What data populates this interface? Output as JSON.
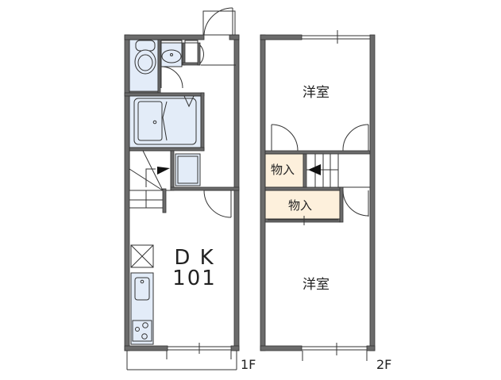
{
  "floor_1": {
    "label": "1F",
    "room_label_line1": "D K",
    "room_label_line2": "101",
    "fixtures": [
      "toilet",
      "washbasin",
      "bathtub",
      "washing-machine-space",
      "stairs",
      "refrigerator-space",
      "kitchen-sink",
      "stove"
    ]
  },
  "floor_2": {
    "label": "2F",
    "room_top": "洋室",
    "room_bottom": "洋室",
    "closet_1": "物入",
    "closet_2": "物入",
    "fixtures": [
      "stairs"
    ]
  },
  "colors": {
    "wall": "#6b6b6b",
    "fixture_fill": "#e3ecf8",
    "closet_fill": "#fdf0dc",
    "line": "#333333"
  }
}
